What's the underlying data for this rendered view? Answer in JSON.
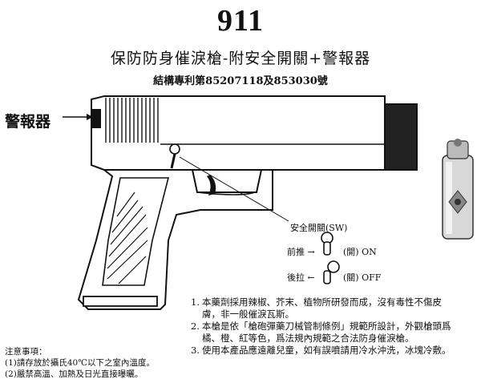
{
  "header": {
    "model": "911",
    "title": "保防防身催淚槍-附安全開關+警報器",
    "patent": "結構專利第85207118及853030號"
  },
  "callouts": {
    "alarm": "警報器",
    "safety_switch": "安全開關(SW)",
    "push_forward": "前推 →",
    "on_state": "(開) ON",
    "pull_back": "後拉 ←",
    "off_state": "(關) OFF"
  },
  "notes": [
    {
      "num": "1.",
      "text": "本藥劑採用辣椒、芥末、植物所研發而成，沒有毒性不傷皮膚，非一般催淚瓦斯。"
    },
    {
      "num": "2.",
      "text": "本槍是依「槍砲彈藥刀械管制條例」規範所設計，外觀槍頭爲橘、橙、紅等色，爲法規內規範之合法防身催淚槍。"
    },
    {
      "num": "3.",
      "text": "使用本產品應遠離兒童，如有誤噴請用冷水沖洗，冰塊冷敷。"
    }
  ],
  "caution": {
    "heading": "注意事項：",
    "line1": "(1)請存放於攝氏40℃以下之室內溫度。",
    "line2": "(2)嚴禁高溫、加熱及日光直接曝曬。"
  }
}
